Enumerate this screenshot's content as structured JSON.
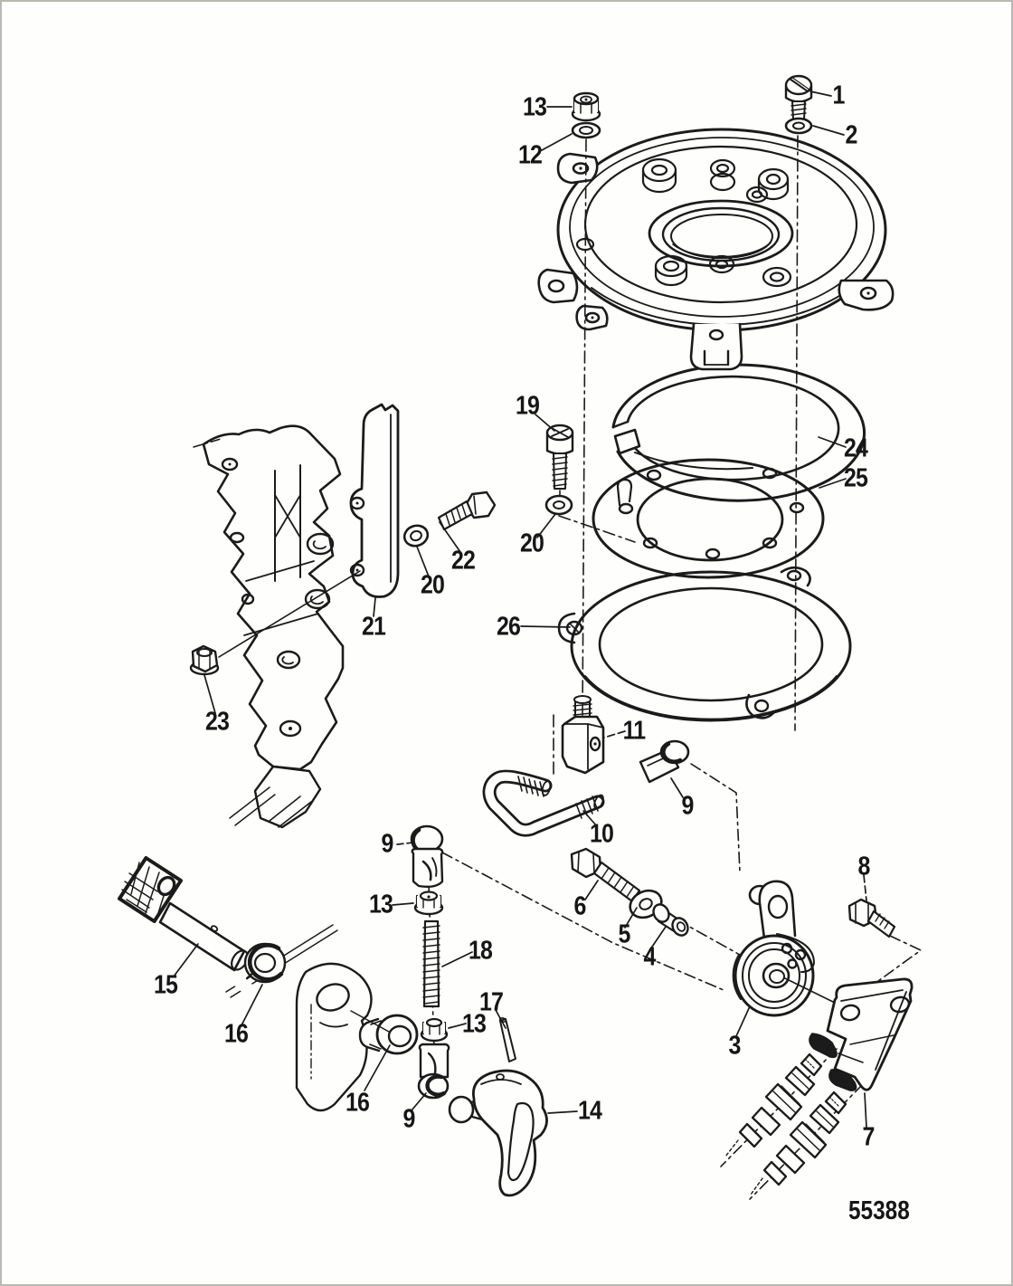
{
  "page": {
    "background": "#fefefd",
    "ink": "#1b1b1b"
  },
  "figure": {
    "number": "55388"
  },
  "callouts": [
    {
      "label": "1"
    },
    {
      "label": "2"
    },
    {
      "label": "13"
    },
    {
      "label": "12"
    },
    {
      "label": "24"
    },
    {
      "label": "25"
    },
    {
      "label": "19"
    },
    {
      "label": "20"
    },
    {
      "label": "22"
    },
    {
      "label": "20"
    },
    {
      "label": "21"
    },
    {
      "label": "23"
    },
    {
      "label": "26"
    },
    {
      "label": "11"
    },
    {
      "label": "10"
    },
    {
      "label": "9"
    },
    {
      "label": "9"
    },
    {
      "label": "13"
    },
    {
      "label": "18"
    },
    {
      "label": "6"
    },
    {
      "label": "5"
    },
    {
      "label": "4"
    },
    {
      "label": "8"
    },
    {
      "label": "3"
    },
    {
      "label": "7"
    },
    {
      "label": "15"
    },
    {
      "label": "16"
    },
    {
      "label": "16"
    },
    {
      "label": "13"
    },
    {
      "label": "17"
    },
    {
      "label": "9"
    },
    {
      "label": "14"
    }
  ]
}
